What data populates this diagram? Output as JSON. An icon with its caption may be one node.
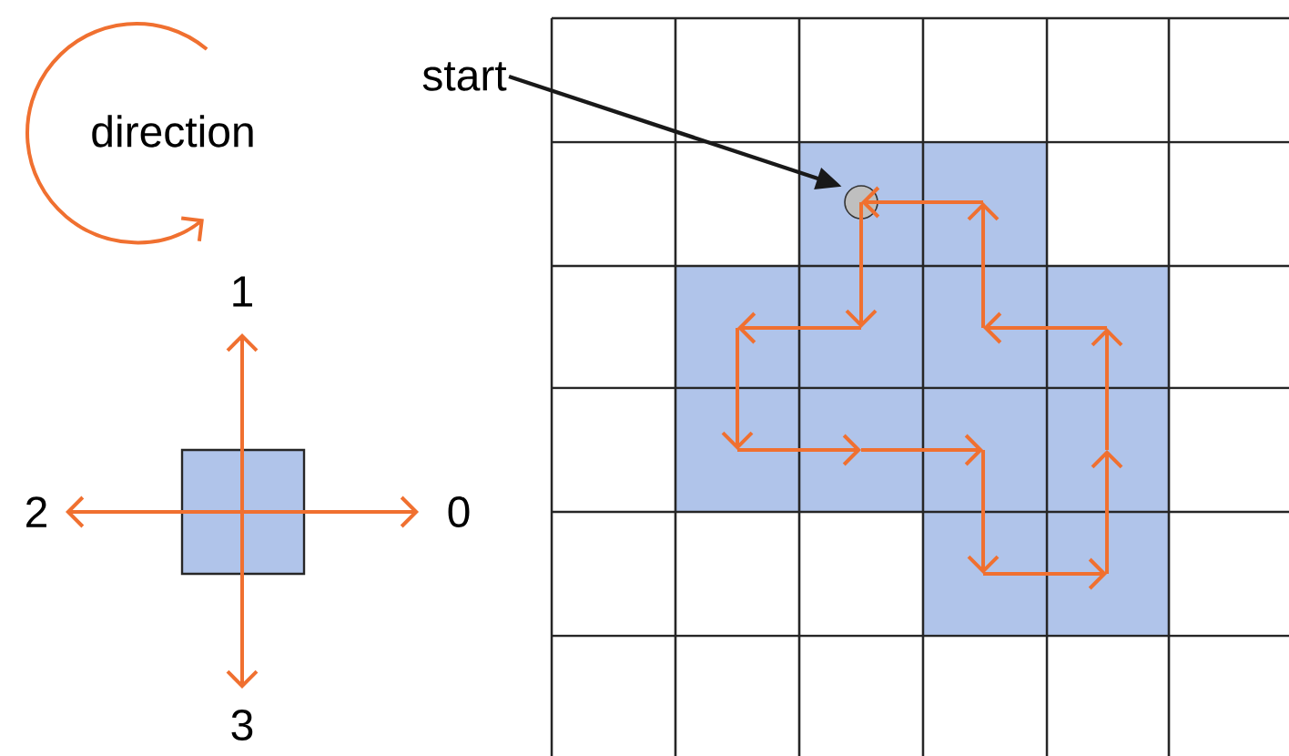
{
  "diagram": {
    "nodes": [
      {
        "text": [
          "start"
        ]
      },
      {
        "text": [],
        "shape": "circle"
      }
    ],
    "edges": [
      {
        "from": 0,
        "to": 1,
        "arrow": "to"
      }
    ],
    "labels": [
      "direction",
      "1",
      "2",
      "0",
      "3"
    ]
  }
}
